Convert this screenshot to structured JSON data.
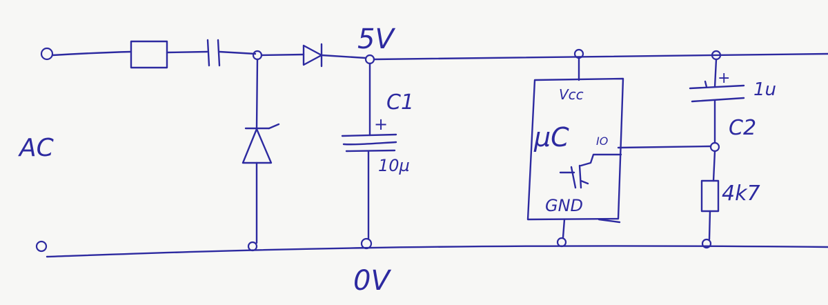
{
  "labels": {
    "supply_voltage": "5V",
    "ground_voltage": "0V",
    "ac_input": "AC",
    "c1_name": "C1",
    "c1_polarity": "+",
    "c1_value": "10µ",
    "c2_name": "C2",
    "c2_polarity": "+",
    "c2_value": "1u",
    "resistor_value": "4k7",
    "mcu_name": "µC",
    "mcu_vcc": "Vcc",
    "mcu_io": "IO",
    "mcu_gnd": "GND"
  },
  "colors": {
    "ink": "#2d2aa0",
    "paper": "#f7f7f5"
  }
}
